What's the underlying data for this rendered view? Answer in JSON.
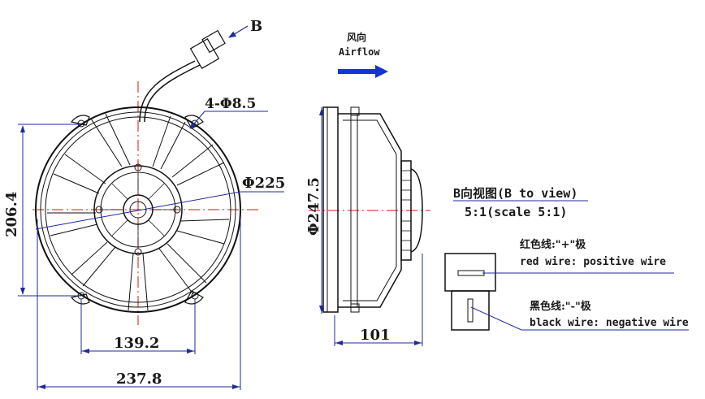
{
  "labels": {
    "b_marker": "B",
    "airflow_cn": "风向",
    "airflow_en": "Airflow",
    "hole_spec": "4-Φ8.5",
    "diameter_225": "Φ225",
    "height_206": "206.4",
    "width_139": "139.2",
    "width_237": "237.8",
    "diameter_247": "Φ247.5",
    "depth_101": "101",
    "b_view_title": "B向视图(B to view)",
    "b_view_scale": "5:1(scale 5:1)",
    "red_wire_cn": "红色线:\"+\"极",
    "red_wire_en": "red wire: positive wire",
    "black_wire_cn": "黑色线:\"-\"极",
    "black_wire_en": "black wire: negative wire"
  },
  "colors": {
    "dimension": "#1f2a9e",
    "outline": "#111111",
    "centerline": "#dd1111",
    "arrow": "#1533d6"
  }
}
